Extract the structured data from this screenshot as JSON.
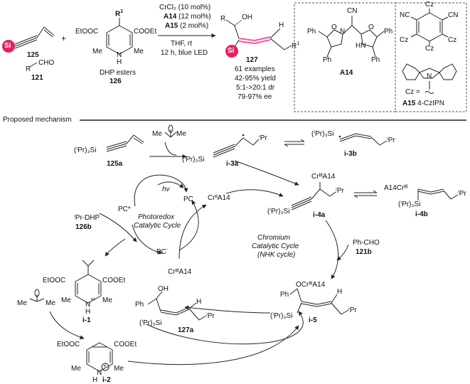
{
  "colors": {
    "silicon": "#e0245e",
    "allene": "#ef5aa0",
    "ink": "#222222"
  },
  "top": {
    "si": "Si",
    "alkyne_num": "125",
    "aldehyde_R": "R",
    "aldehyde_cho": "CHO",
    "aldehyde_num": "121",
    "plus": "+",
    "dhp_R1": "R",
    "dhp_R1_sup": "1",
    "dhp_left_ester": "EtOOC",
    "dhp_right_ester": "COOEt",
    "dhp_me_left": "Me",
    "dhp_me_right": "Me",
    "dhp_nh": "N",
    "dhp_h": "H",
    "dhp_label": "DHP esters",
    "dhp_num": "126",
    "cond1": "CrCl₂ (10 mol%)",
    "cond2_bold": "A14",
    "cond2_rest": " (12 mol%)",
    "cond3_bold": "A15",
    "cond3_rest": " (2 mol%)",
    "cond4": "THF, rt",
    "cond5": "12 h, blue LED",
    "prod_R": "R",
    "prod_oh": "OH",
    "prod_h": "H",
    "prod_r1": "R",
    "prod_r1_sup": "1",
    "prod_num": "127",
    "stat1": "61 examples",
    "stat2": "42-95% yield",
    "stat3": "5:1->20:1 dr",
    "stat4": "79-97% ee",
    "a14_cn": "CN",
    "a14_ph1": "Ph",
    "a14_ph2": "Ph",
    "a14_ph3": "Ph",
    "a14_ph4": "Ph",
    "a14_n1": "N",
    "a14_n2": "HN",
    "a14_o1": "O",
    "a14_o2": "O",
    "a14_label": "A14",
    "cz_top": "Cz",
    "cz_bottom": "Cz",
    "cz_left": "Cz",
    "cz_right": "Cz",
    "nc": "NC",
    "cn": "CN",
    "cz_n": "N",
    "cz_eq": "Cz =",
    "a15_bold": "A15",
    "a15_rest": " 4-CzIPN"
  },
  "mechanism": {
    "heading": "Proposed mechanism",
    "tipr3si_125a": "(ⁱPr)₃Si",
    "lbl_125a": "125a",
    "ipr_radical_me1": "Me",
    "ipr_radical_me2": "Me",
    "i3a_si": "(ⁱPr)₃Si",
    "i3a_ipr": "ⁱPr",
    "lbl_i3a": "i-3a",
    "i3b_si": "(ⁱPr)₃Si",
    "i3b_ipr": "ⁱPr",
    "lbl_i3b": "i-3b",
    "i4a_cr": "CrᴵᴵᴵA14",
    "i4a_si": "(ⁱPr)₃Si",
    "i4a_ipr": "ⁱPr",
    "lbl_i4a": "i-4a",
    "i4b_cr": "A14Crᴵᴵᴵ",
    "i4b_si": "(ⁱPr)₃Si",
    "i4b_ipr": "ⁱPr",
    "lbl_i4b": "i-4b",
    "hv": "hv",
    "pc_star": "PC*",
    "pc": "PC",
    "pc_rad": "PC˙",
    "photo_cycle_1": "Photoredox",
    "photo_cycle_2": "Catalytic Cycle",
    "cr2": "CrᴵᴵA14",
    "cr3": "CrᴵᴵᴵA14",
    "ipr_dhp": "ⁱPr-DHP",
    "lbl_126b": "126b",
    "chrom_1": "Chromium",
    "chrom_2": "Catalytic Cycle",
    "chrom_3": "(NHK cycle)",
    "phcho": "Ph-CHO",
    "lbl_121b": "121b",
    "i1_left": "EtOOC",
    "i1_right": "COOEt",
    "i1_me1": "Me",
    "i1_me2": "Me",
    "i1_n": "N",
    "i1_h": "H",
    "i1_charge": "•+",
    "lbl_i1": "i-1",
    "i2_left": "EtOOC",
    "i2_right": "COOEt",
    "i2_me1": "Me",
    "i2_me2": "Me",
    "i2_n": "N",
    "i2_h": "H",
    "i2_plus": "+",
    "lbl_i2": "i-2",
    "p127a_ph": "Ph",
    "p127a_oh": "OH",
    "p127a_h": "H",
    "p127a_si": "(ⁱPr)₃Si",
    "p127a_ipr": "ⁱPr",
    "lbl_127a": "127a",
    "i5_ocr": "OCrᴵᴵᴵA14",
    "i5_ph": "Ph",
    "i5_h": "H",
    "i5_si": "(ⁱPr)₃Si",
    "i5_ipr": "ⁱPr",
    "lbl_i5": "i-5",
    "me_left_rad": "Me",
    "me_right_rad": "Me"
  }
}
